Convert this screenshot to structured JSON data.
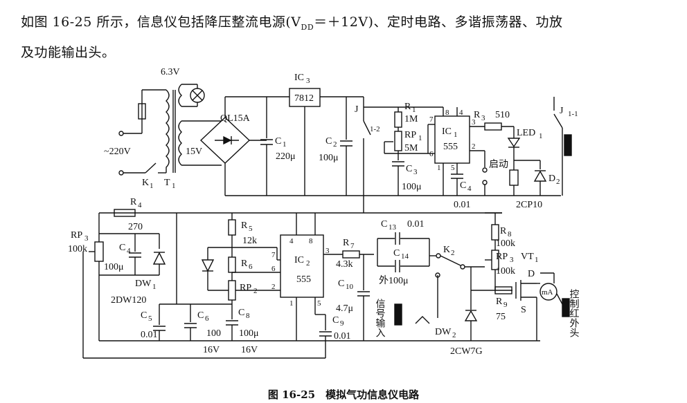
{
  "intro": {
    "line1": "如图 16-25 所示，信息仪包括降压整流电源(V",
    "line1_sub": "DD",
    "line1_rest": "＝＋12V)、定时电路、多谐振荡器、功放",
    "line2": "及功能输出头。"
  },
  "caption": "图 16-25　模拟气功信息仪电路",
  "labels": {
    "v220": "~220V",
    "k1": "K",
    "k1s": "1",
    "t1": "T",
    "t1s": "1",
    "v63": "6.3V",
    "v15": "15V",
    "ql": "QL15A",
    "ic3": "IC",
    "ic3s": "3",
    "reg": "7812",
    "c1": "C",
    "c1s": "1",
    "c1v": "220μ",
    "c2": "C",
    "c2s": "2",
    "c2v": "100μ",
    "j": "J",
    "r1": "R",
    "r1s": "1",
    "r1v": "1M",
    "rp1": "RP",
    "rp1s": "1",
    "rp1v": "5M",
    "rp1pins": "1-2",
    "c3": "C",
    "c3s": "3",
    "c3v": "100μ",
    "ic1": "IC",
    "ic1s": "1",
    "ic1t": "555",
    "r3": "R",
    "r3s": "3",
    "r3v": "510",
    "led": "LED",
    "leds": "1",
    "j11": "J",
    "j11s": "1-1",
    "start": "启动",
    "c4a": "C",
    "c4as": "4",
    "c4av": "0.01",
    "d2": "D",
    "d2s": "2",
    "cp10": "2CP10",
    "r4": "R",
    "r4s": "4",
    "r4v": "270",
    "rp3a": "RP",
    "rp3as": "3",
    "rp3av": "100k",
    "c4b": "C",
    "c4bs": "4",
    "c4bv": "100μ",
    "dw1": "DW",
    "dw1s": "1",
    "dw120": "2DW120",
    "r5": "R",
    "r5s": "5",
    "r5v": "12k",
    "r6": "R",
    "r6s": "6",
    "rp2": "RP",
    "rp2s": "2",
    "ic2": "IC",
    "ic2s": "2",
    "ic2t": "555",
    "c5": "C",
    "c5s": "5",
    "c5v": "0.01",
    "c6": "C",
    "c6s": "6",
    "c6v": "100",
    "c8": "C",
    "c8s": "8",
    "c8v": "100μ",
    "v16a": "16V",
    "v16b": "16V",
    "c9": "C",
    "c9s": "9",
    "c9v": "0.01",
    "r7": "R",
    "r7s": "7",
    "r7v": "4.3k",
    "c10": "C",
    "c10s": "10",
    "c10v": "4.7μ",
    "c13": "C",
    "c13s": "13",
    "c13v": "0.01",
    "c14": "C",
    "c14s": "14",
    "c14v": "外100μ",
    "ext": "信号输入",
    "k2": "K",
    "k2s": "2",
    "dw2": "DW",
    "dw2s": "2",
    "cw7g": "2CW7G",
    "r8": "R",
    "r8s": "8",
    "r8v": "100k",
    "rp3b": "RP",
    "rp3bs": "3",
    "rp3bv": "100k",
    "vt1": "VT",
    "vt1s": "1",
    "d": "D",
    "s": "S",
    "r9": "R",
    "r9s": "9",
    "r9v": "75",
    "ma": "mA",
    "out": "控制红外头",
    "p4": "4",
    "p8": "8",
    "p7": "7",
    "p6": "6",
    "p2": "2",
    "p1": "1",
    "p5": "5",
    "p3": "3"
  }
}
